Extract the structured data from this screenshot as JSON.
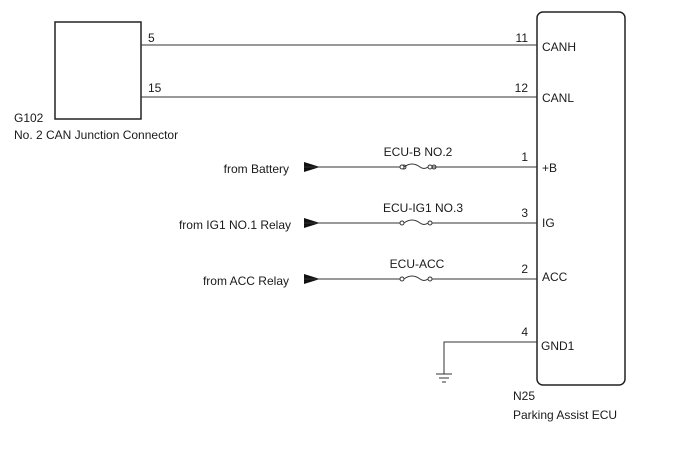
{
  "connector": {
    "id": "G102",
    "name": "No. 2 CAN Junction Connector",
    "pins": [
      "5",
      "15"
    ]
  },
  "ecu": {
    "id": "N25",
    "name": "Parking Assist ECU"
  },
  "wires": [
    {
      "ecu_pin": "11",
      "ecu_label": "CANH",
      "connector_pin": "5"
    },
    {
      "ecu_pin": "12",
      "ecu_label": "CANL",
      "connector_pin": "15"
    },
    {
      "ecu_pin": "1",
      "ecu_label": "+B",
      "source": "from Battery",
      "fuse": "ECU-B NO.2"
    },
    {
      "ecu_pin": "3",
      "ecu_label": "IG",
      "source": "from IG1 NO.1 Relay",
      "fuse": "ECU-IG1 NO.3"
    },
    {
      "ecu_pin": "2",
      "ecu_label": "ACC",
      "source": "from ACC Relay",
      "fuse": "ECU-ACC"
    },
    {
      "ecu_pin": "4",
      "ecu_label": "GND1"
    }
  ]
}
